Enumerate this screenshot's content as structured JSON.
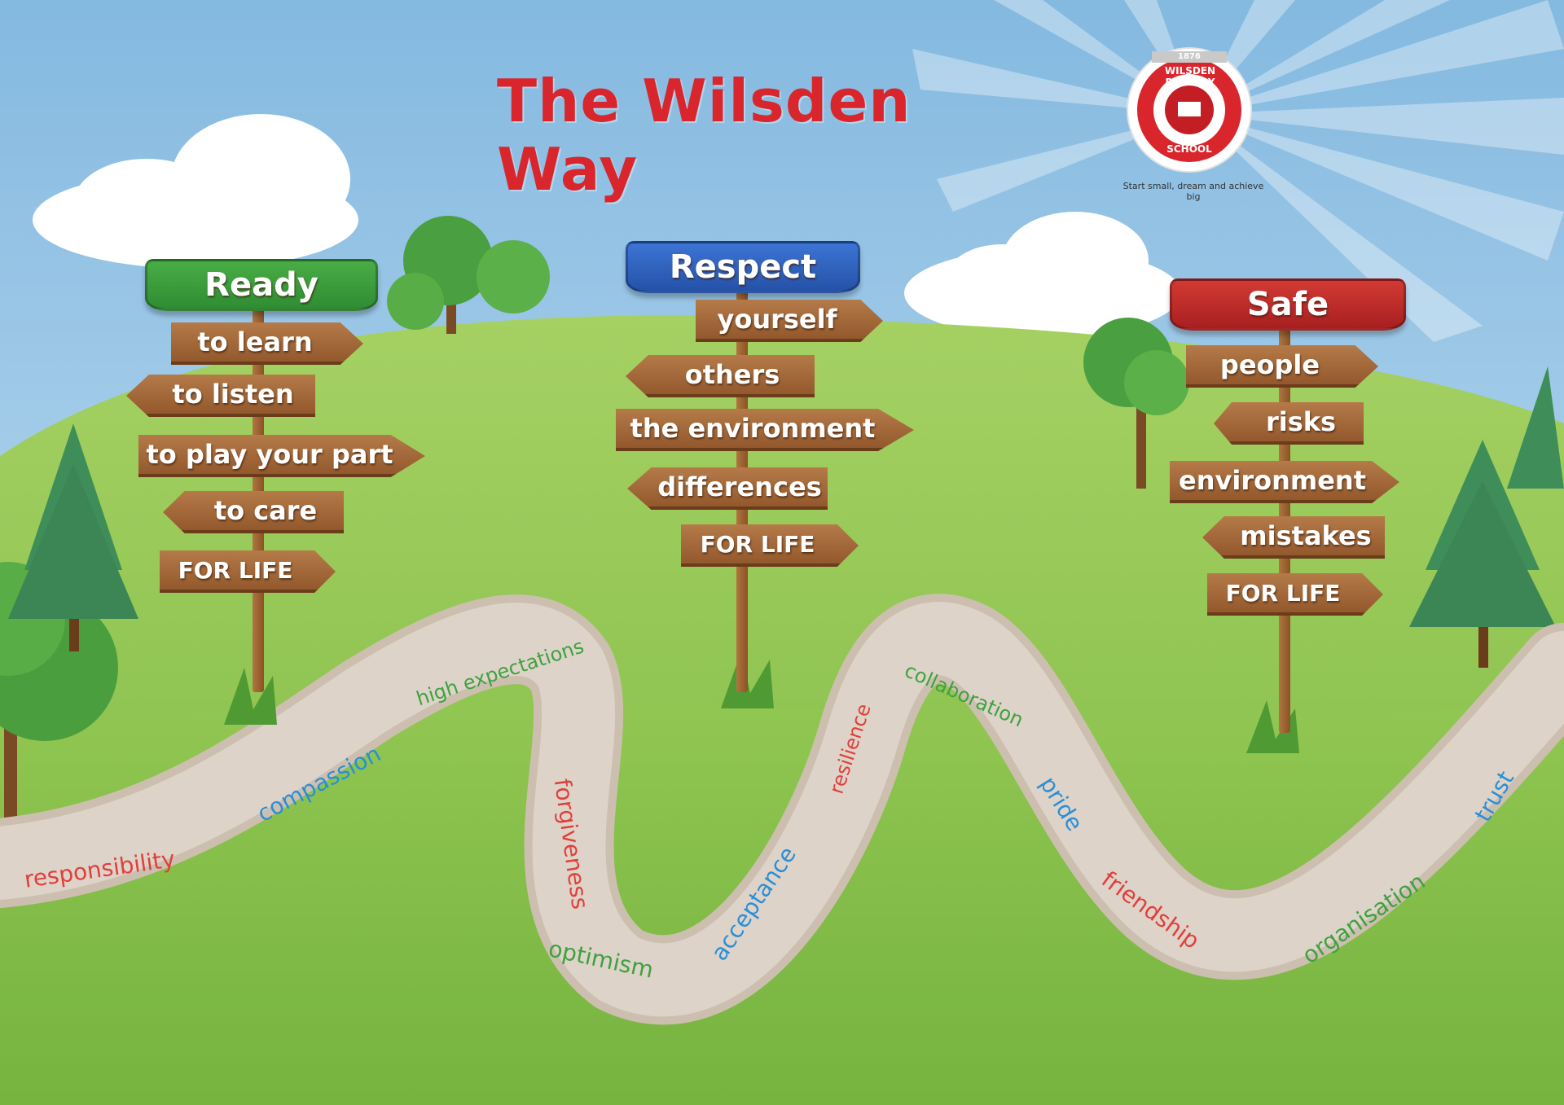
{
  "title": "The Wilsden Way",
  "logo": {
    "year": "1876",
    "name_top": "WILSDEN PRIMARY",
    "name_bottom": "SCHOOL",
    "motto": "Start small, dream and achieve big"
  },
  "colors": {
    "title": "#d9262d",
    "sky_top": "#8ebfe3",
    "grass": "#8cc24a",
    "path": "#d6ccc0",
    "ready": "#3a9a3a",
    "respect": "#2f5fbf",
    "safe": "#c32a2a",
    "wood": "#a06a3c",
    "word_red": "#e0403c",
    "word_blue": "#2a8fd6",
    "word_green": "#3fa23f"
  },
  "signposts": [
    {
      "heading": "Ready",
      "items": [
        "to learn",
        "to listen",
        "to play your part",
        "to care",
        "FOR LIFE"
      ]
    },
    {
      "heading": "Respect",
      "items": [
        "yourself",
        "others",
        "the environment",
        "differences",
        "FOR LIFE"
      ]
    },
    {
      "heading": "Safe",
      "items": [
        "people",
        "risks",
        "environment",
        "mistakes",
        "FOR LIFE"
      ]
    }
  ],
  "path_words": [
    {
      "text": "responsibility",
      "color": "red"
    },
    {
      "text": "compassion",
      "color": "blue"
    },
    {
      "text": "high expectations",
      "color": "green"
    },
    {
      "text": "forgiveness",
      "color": "red"
    },
    {
      "text": "optimism",
      "color": "green"
    },
    {
      "text": "acceptance",
      "color": "blue"
    },
    {
      "text": "resilience",
      "color": "red"
    },
    {
      "text": "collaboration",
      "color": "green"
    },
    {
      "text": "pride",
      "color": "blue"
    },
    {
      "text": "friendship",
      "color": "red"
    },
    {
      "text": "organisation",
      "color": "green"
    },
    {
      "text": "trust",
      "color": "blue"
    }
  ]
}
